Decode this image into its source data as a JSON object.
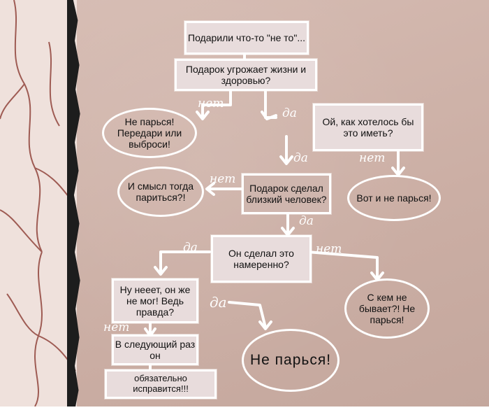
{
  "nodes": {
    "start": "Подарили что-то \"не то\"...",
    "danger": "Подарок угрожает жизни и здоровью?",
    "throw_away": "Не парься! Передари или выброси!",
    "wanted": "Ой, как хотелось бы это иметь?",
    "no_point": "И смысл тогда париться?!",
    "close_person": "Подарок сделал близкий человек?",
    "dont_worry_1": "Вот и не парься!",
    "on_purpose": "Он сделал это намеренно?",
    "couldnt": "Ну нееет, он же не мог! Ведь правда?",
    "happens": "С кем не бывает?! Не парься!",
    "next_time_1": "В следующий раз он",
    "next_time_2": "обязательно исправится!!!",
    "dont_worry_big": "Не парься!"
  },
  "labels": {
    "yes": "да",
    "no": "нет"
  }
}
